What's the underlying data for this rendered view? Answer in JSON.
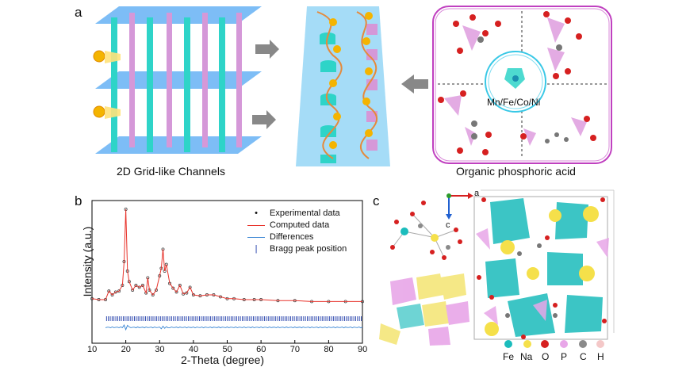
{
  "panel_a": {
    "label": "a",
    "captions": {
      "left": "2D Grid-like Channels",
      "right": "Organic phosphoric acid"
    },
    "metal_label": "Mn/Fe/Co/Ni"
  },
  "panel_b": {
    "label": "b",
    "legend": [
      {
        "label": "Experimental data",
        "color": "#444444",
        "marker": "dot"
      },
      {
        "label": "Computed data",
        "color": "#e8332b",
        "marker": "line"
      },
      {
        "label": "Differences",
        "color": "#3a86d4",
        "marker": "line"
      },
      {
        "label": "Bragg peak position",
        "color": "#1e3aa8",
        "marker": "tick"
      }
    ]
  },
  "chart_data": {
    "type": "line",
    "xlabel": "2-Theta (degree)",
    "ylabel": "Intensity (a.u.)",
    "xlim": [
      10,
      90
    ],
    "xticks": [
      10,
      20,
      30,
      40,
      50,
      60,
      70,
      80,
      90
    ],
    "grid": false,
    "legend_position": "top-right",
    "series": [
      {
        "name": "Experimental data",
        "x": [
          10,
          12,
          14,
          15,
          16,
          17,
          18,
          19,
          19.5,
          20,
          20.5,
          21,
          22,
          23,
          24,
          25,
          26,
          26.5,
          27,
          28,
          29,
          30,
          30.5,
          31,
          31.5,
          32,
          33,
          34,
          35,
          36,
          37,
          38,
          39,
          40,
          42,
          44,
          46,
          48,
          50,
          52,
          55,
          58,
          60,
          65,
          70,
          75,
          80,
          85,
          90
        ],
        "y": [
          0.06,
          0.05,
          0.05,
          0.14,
          0.1,
          0.13,
          0.14,
          0.2,
          0.45,
          1.0,
          0.35,
          0.24,
          0.15,
          0.2,
          0.18,
          0.2,
          0.12,
          0.28,
          0.15,
          0.1,
          0.15,
          0.3,
          0.38,
          0.58,
          0.35,
          0.42,
          0.22,
          0.17,
          0.13,
          0.2,
          0.11,
          0.12,
          0.18,
          0.1,
          0.09,
          0.1,
          0.1,
          0.08,
          0.06,
          0.06,
          0.05,
          0.05,
          0.05,
          0.04,
          0.04,
          0.03,
          0.03,
          0.03,
          0.03
        ]
      },
      {
        "name": "Computed data",
        "x": [
          10,
          12,
          14,
          15,
          16,
          17,
          18,
          19,
          19.5,
          20,
          20.5,
          21,
          22,
          23,
          24,
          25,
          26,
          26.5,
          27,
          28,
          29,
          30,
          30.5,
          31,
          31.5,
          32,
          33,
          34,
          35,
          36,
          37,
          38,
          39,
          40,
          42,
          44,
          46,
          48,
          50,
          52,
          55,
          58,
          60,
          65,
          70,
          75,
          80,
          85,
          90
        ],
        "y": [
          0.06,
          0.05,
          0.05,
          0.14,
          0.1,
          0.13,
          0.14,
          0.2,
          0.45,
          1.0,
          0.35,
          0.24,
          0.15,
          0.2,
          0.18,
          0.2,
          0.12,
          0.28,
          0.15,
          0.1,
          0.15,
          0.3,
          0.38,
          0.58,
          0.35,
          0.42,
          0.22,
          0.17,
          0.13,
          0.2,
          0.11,
          0.12,
          0.18,
          0.1,
          0.09,
          0.1,
          0.1,
          0.08,
          0.06,
          0.06,
          0.05,
          0.05,
          0.05,
          0.04,
          0.04,
          0.03,
          0.03,
          0.03,
          0.03
        ]
      }
    ]
  },
  "panel_c": {
    "label": "c",
    "axis_a": "a",
    "axis_c": "c",
    "elements": [
      {
        "label": "Fe",
        "color": "#1bbcbc"
      },
      {
        "label": "Na",
        "color": "#f5e04a"
      },
      {
        "label": "O",
        "color": "#d62020"
      },
      {
        "label": "P",
        "color": "#e8a6e8"
      },
      {
        "label": "C",
        "color": "#8a8a8a"
      },
      {
        "label": "H",
        "color": "#f4c8c8"
      }
    ]
  }
}
